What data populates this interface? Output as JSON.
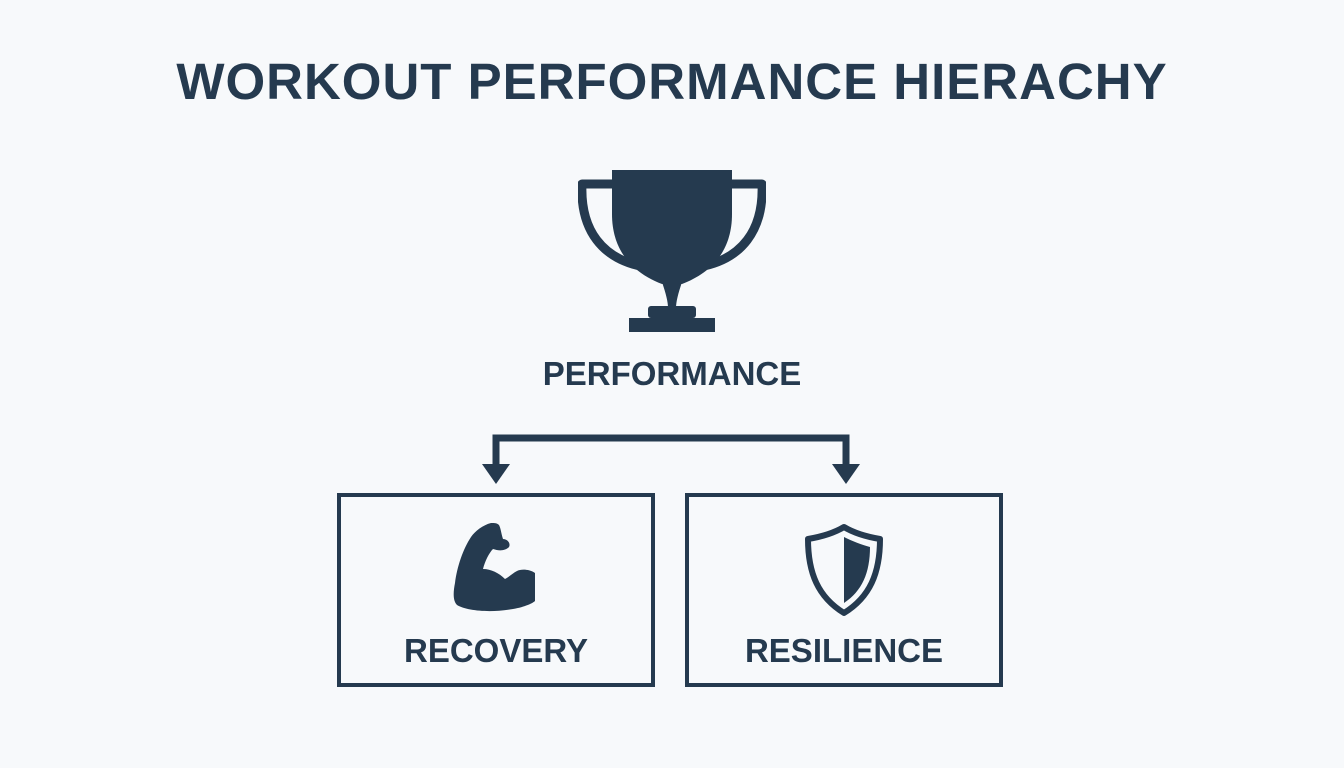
{
  "title": "WORKOUT PERFORMANCE HIERACHY",
  "top_node": {
    "label": "PERFORMANCE",
    "icon": "trophy-icon"
  },
  "children": [
    {
      "label": "RECOVERY",
      "icon": "flexed-bicep-icon"
    },
    {
      "label": "RESILIENCE",
      "icon": "shield-icon"
    }
  ],
  "colors": {
    "primary": "#253a4f",
    "background": "#f7f9fb"
  }
}
